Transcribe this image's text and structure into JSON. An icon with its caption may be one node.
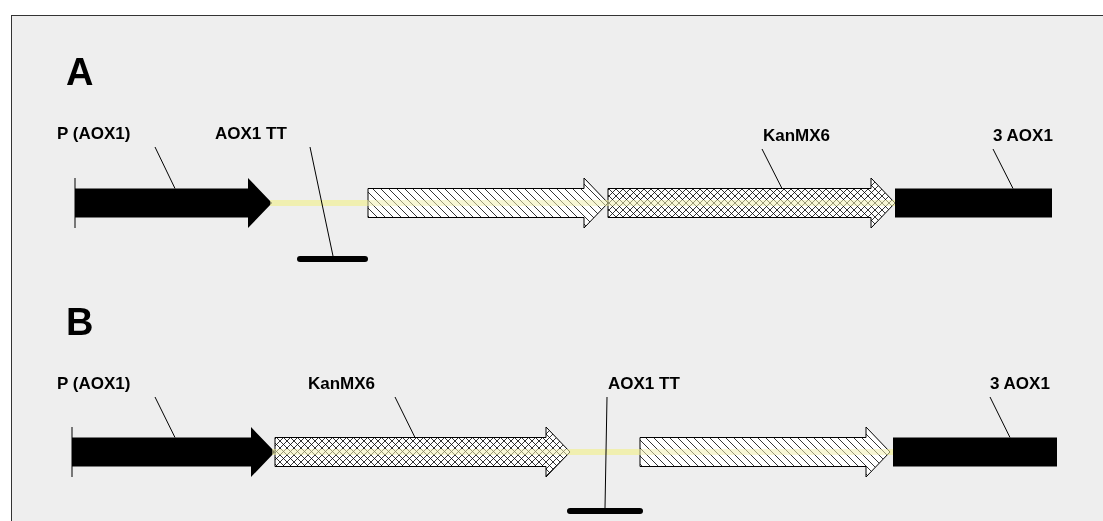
{
  "diagram": {
    "nodes": [
      {
        "text": [
          "P (AOX1)"
        ]
      },
      {
        "text": [],
        "shape": "arrow"
      },
      {
        "text": [
          "AOX1 TT"
        ]
      },
      {
        "text": [],
        "shape": "bar"
      },
      {
        "text": [],
        "shape": "arrow"
      },
      {
        "text": [
          "KanMX6"
        ]
      },
      {
        "text": [],
        "shape": "arrow"
      },
      {
        "text": [
          "3 AOX1"
        ]
      },
      {
        "text": [],
        "shape": "bar"
      },
      {
        "text": [
          "P (AOX1)"
        ]
      },
      {
        "text": [],
        "shape": "arrow"
      },
      {
        "text": [
          "KanMX6"
        ]
      },
      {
        "text": [],
        "shape": "arrow"
      },
      {
        "text": [
          "AOX1 TT"
        ]
      },
      {
        "text": [],
        "shape": "bar"
      },
      {
        "text": [],
        "shape": "arrow"
      },
      {
        "text": [
          "3 AOX1"
        ]
      },
      {
        "text": [],
        "shape": "bar"
      }
    ],
    "edges": [
      {
        "from": 0,
        "to": 1,
        "arrow": "none"
      },
      {
        "from": 2,
        "to": 3,
        "arrow": "none"
      },
      {
        "from": 5,
        "to": 6,
        "arrow": "none"
      },
      {
        "from": 7,
        "to": 8,
        "arrow": "none"
      },
      {
        "from": 9,
        "to": 10,
        "arrow": "none"
      },
      {
        "from": 11,
        "to": 12,
        "arrow": "none"
      },
      {
        "from": 13,
        "to": 14,
        "arrow": "none"
      },
      {
        "from": 16,
        "to": 17,
        "arrow": "none"
      }
    ],
    "labels": [
      "A",
      "B"
    ]
  }
}
